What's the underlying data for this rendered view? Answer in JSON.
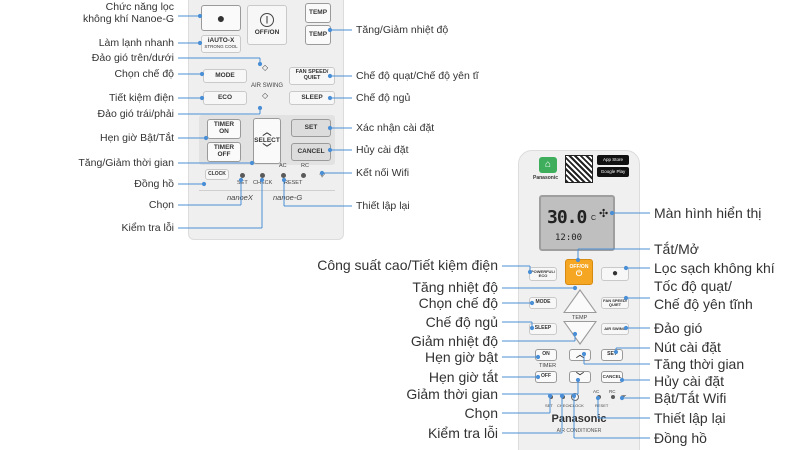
{
  "left_labels": [
    "Chức năng lọc\nkhông khí Nanoe-G",
    "Làm lạnh nhanh",
    "Đảo gió trên/dưới",
    "Chọn chế độ",
    "Tiết kiệm điện",
    "Đảo gió trái/phải",
    "Hẹn giờ Bật/Tắt",
    "Tăng/Giảm thời gian",
    "Đồng hồ",
    "Chọn",
    "Kiểm tra lỗi"
  ],
  "mid_labels": [
    "Tăng/Giảm nhiệt độ",
    "Chế độ quạt/Chế độ yên tĩ",
    "Chế độ ngủ",
    "Xác nhận cài đặt",
    "Hủy cài đặt",
    "Kết nối Wifi",
    "Thiết lập lại"
  ],
  "right_labels": [
    "Màn hình hiển thị",
    "Tắt/Mở",
    "Lọc sạch không khí",
    "Tốc độ quạt/",
    "Chế độ yên tĩnh",
    "Đảo gió",
    "Nút cài đặt",
    "Tăng thời gian",
    "Hủy cài đặt",
    "Bật/Tắt Wifi",
    "Thiết lập lại",
    "Đồng hồ"
  ],
  "bottom_left_labels": [
    "Công suất cao/Tiết kiệm điện",
    "Tăng nhiệt độ",
    "Chọn chế độ",
    "Chế độ ngủ",
    "Giảm nhiệt độ",
    "Hẹn giờ bật",
    "Hẹn giờ tắt",
    "Giảm thời gian",
    "Chọn",
    "Kiểm tra lỗi"
  ],
  "remote1": {
    "onoff": "OFF/ON",
    "temp_up": "TEMP",
    "temp_down": "TEMP",
    "iauto": "iAUTO-X",
    "strong_cool": "STRONG COOL",
    "mode": "MODE",
    "air_swing": "AIR SWING",
    "fan_speed": "FAN SPEED/\nQUIET",
    "eco": "ECO",
    "sleep": "SLEEP",
    "timer_on": "TIMER\nON",
    "timer_off": "TIMER\nOFF",
    "select": "SELECT",
    "set": "SET",
    "cancel": "CANCEL",
    "clock": "CLOCK",
    "set_small": "SET",
    "check": "CHECK",
    "reset": "RESET",
    "ac": "AC",
    "rc": "RC",
    "nanoex": "nanoeX",
    "nanoeg": "nanoe-G"
  },
  "remote2": {
    "brand": "Panasonic",
    "display_temp": "30.0",
    "display_unit": "C",
    "display_time": "12:00",
    "store1": "App Store",
    "store2": "Google Play",
    "off_on": "OFF/ON",
    "powerful": "POWERFUL/\nECO",
    "mode": "MODE",
    "fan_speed": "FAN SPEED/\nQUIET",
    "temp": "TEMP",
    "sleep": "SLEEP",
    "air_swing": "AIR SWING",
    "on": "ON",
    "set": "SET",
    "timer": "TIMER",
    "off": "OFF",
    "cancel": "CANCEL",
    "set_small": "SET",
    "check": "CHECK",
    "clock": "CLOCK",
    "reset": "RESET",
    "ac": "AC",
    "rc": "RC",
    "brand_bottom": "Panasonic",
    "air_conditioner": "AIR CONDITIONER"
  },
  "colors": {
    "line": "#4a8fd6",
    "onoff_button": "#f5a623",
    "display_bg": "#bfbfbf"
  }
}
